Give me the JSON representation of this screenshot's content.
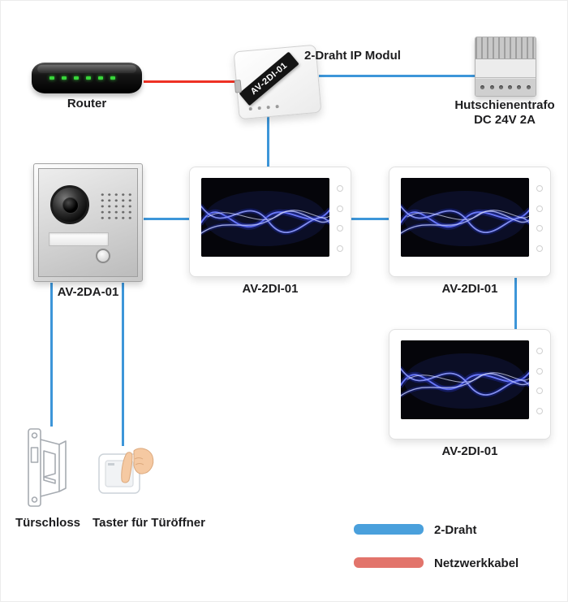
{
  "nodes": {
    "router": {
      "label": "Router"
    },
    "ip_module": {
      "label": "2-Draht IP Modul",
      "sticker": "AV-2DI-01"
    },
    "trafo": {
      "label_line1": "Hutschienentrafo",
      "label_line2": "DC 24V 2A"
    },
    "door_station": {
      "label": "AV-2DA-01"
    },
    "monitors": [
      {
        "label": "AV-2DI-01"
      },
      {
        "label": "AV-2DI-01"
      },
      {
        "label": "AV-2DI-01"
      }
    ],
    "lock": {
      "label": "Türschloss"
    },
    "button": {
      "label": "Taster für Türöffner"
    }
  },
  "legend": {
    "items": [
      {
        "label": "2-Draht",
        "color": "#4aa0dc"
      },
      {
        "label": "Netzwerkkabel",
        "color": "#e2746b"
      }
    ]
  },
  "wires": {
    "two_wire_color": "#3d96d9",
    "network_color": "#ee3124"
  }
}
